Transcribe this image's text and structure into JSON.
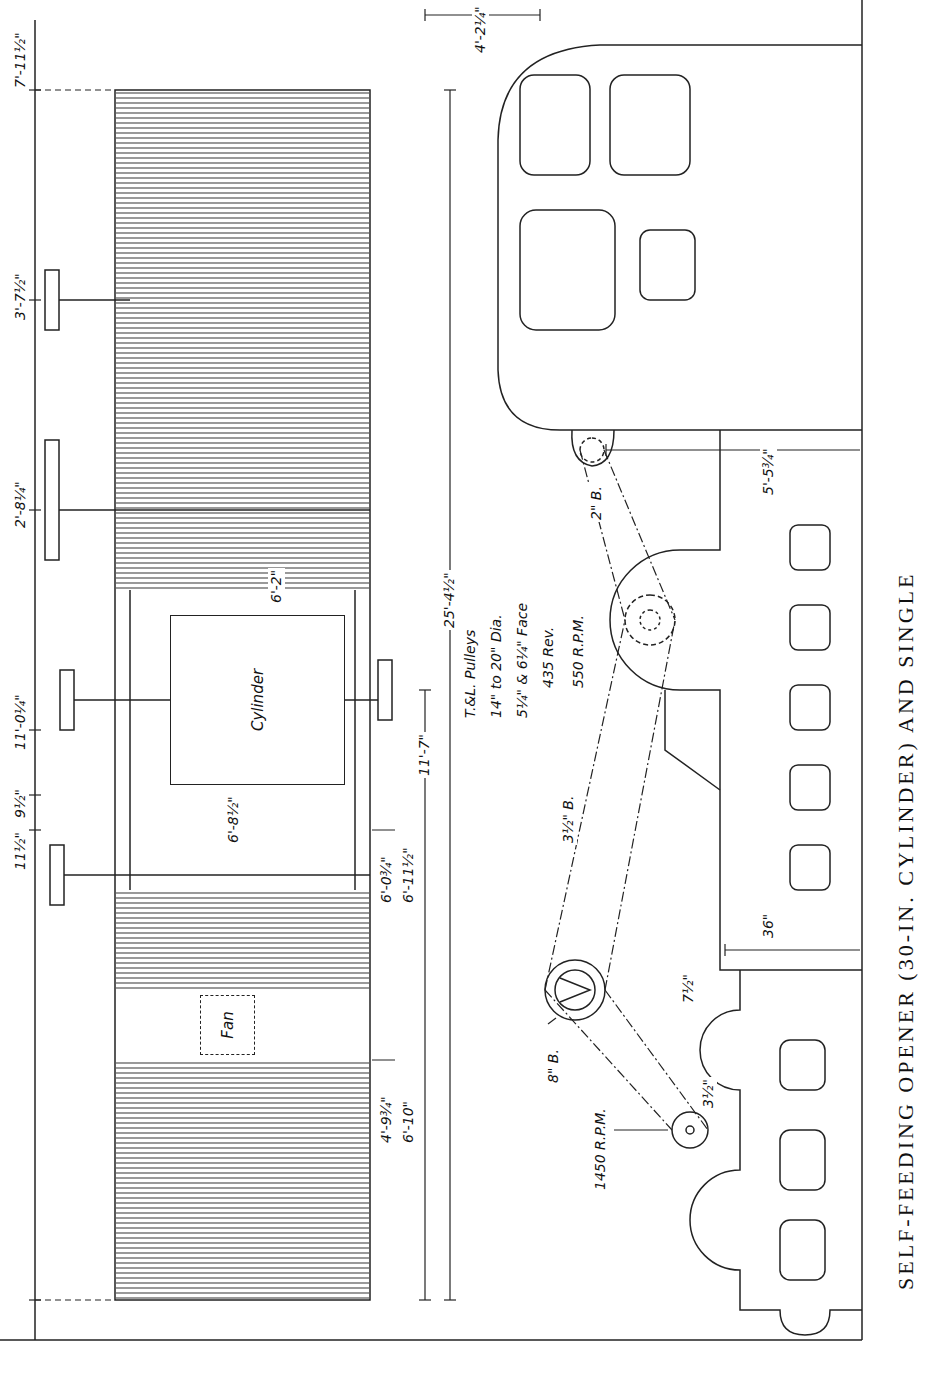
{
  "diagram": {
    "caption": "SELF-FEEDING OPENER (30-IN. CYLINDER) AND SINGLE",
    "nodes": [
      {
        "text": [
          "Cylinder"
        ]
      },
      {
        "text": [
          "Fan"
        ]
      }
    ],
    "labels": [
      "4'-2¼\"",
      "7'-11½\"",
      "3'-7½\"",
      "2'-8¼\"",
      "11'-0¼\"",
      "9½\"",
      "11½\"",
      "6'-2\"",
      "6'-8½\"",
      "6'-11½\"",
      "6'-0¾\"",
      "4'-9¾\"",
      "6'-10\"",
      "11'-7\"",
      "25'-4½\"",
      "T.&L. Pulleys",
      "14\" to 20\" Dia.",
      "5¼\" & 6¼\" Face",
      "435 Rev.",
      "550 R.P.M.",
      "2\" B.",
      "3½\" B.",
      "1450 R.P.M.",
      "8\" B.",
      "3½\"",
      "5'-5¾\"",
      "36\"",
      "7½\""
    ]
  }
}
